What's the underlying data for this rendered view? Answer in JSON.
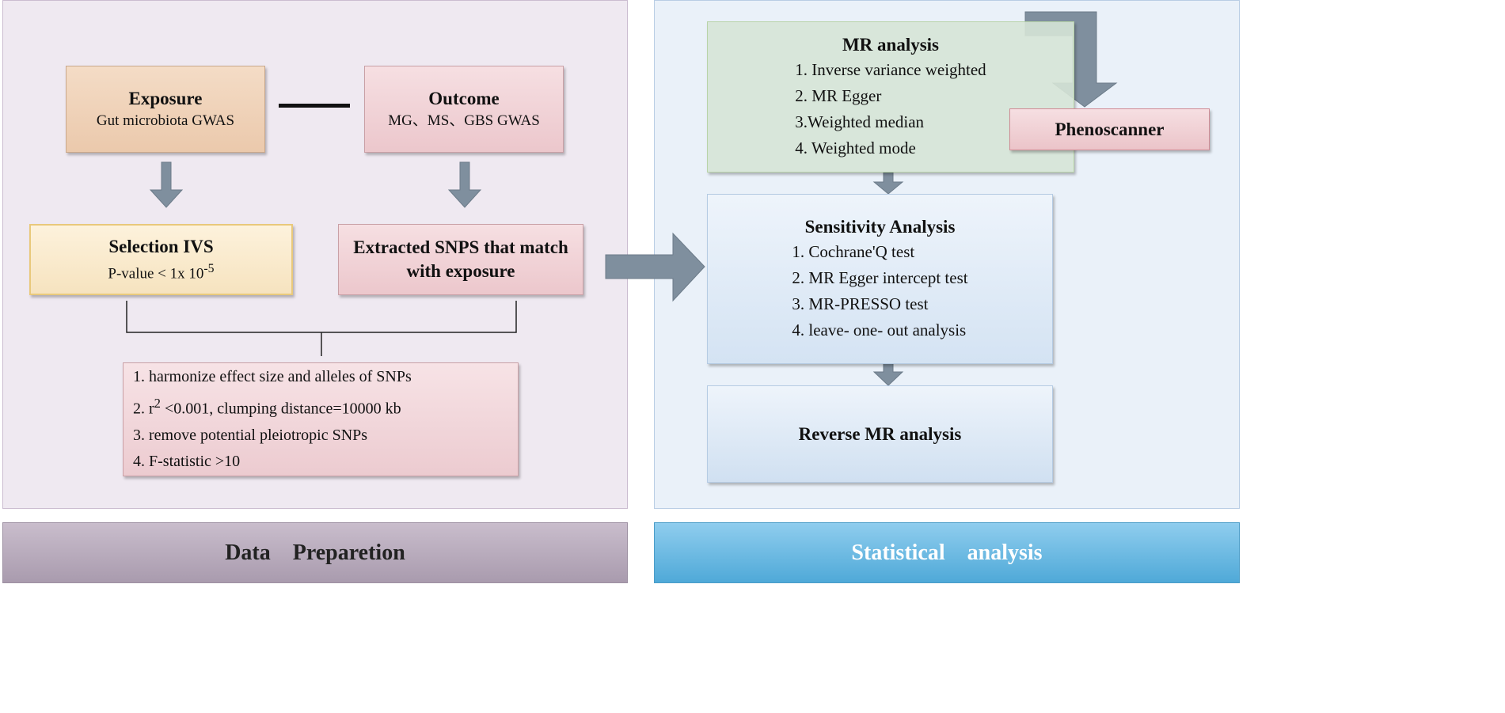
{
  "data_preparation": {
    "label": "Data    Preparetion",
    "exposure": {
      "title": "Exposure",
      "subtitle": "Gut microbiota GWAS"
    },
    "outcome": {
      "title": "Outcome",
      "subtitle": "MG、MS、GBS GWAS"
    },
    "selection": {
      "title": "Selection IVS",
      "criterion_prefix": "P-value < 1x 10",
      "criterion_exp": "-5"
    },
    "extracted": {
      "title_line1": "Extracted SNPS that match",
      "title_line2": "with exposure"
    },
    "steps": {
      "s1": "1. harmonize effect size and alleles of SNPs",
      "s2_prefix": "2. r",
      "s2_sup": "2",
      "s2_rest": " <0.001, clumping distance=10000 kb",
      "s3": "3. remove potential pleiotropic SNPs",
      "s4": "4. F-statistic >10"
    }
  },
  "statistical_analysis": {
    "label": "Statistical    analysis",
    "mr": {
      "title": "MR analysis",
      "items": [
        "1. Inverse variance weighted",
        "2. MR Egger",
        "3.Weighted median",
        "4. Weighted mode"
      ]
    },
    "phenoscanner": "Phenoscanner",
    "sensitivity": {
      "title": "Sensitivity Analysis",
      "items": [
        "1. Cochrane'Q test",
        "2. MR Egger intercept test",
        "3. MR-PRESSO test",
        "4. leave- one- out analysis"
      ]
    },
    "reverse": "Reverse MR analysis"
  },
  "colors": {
    "arrow": "#7f8f9e",
    "left_panel": "#efe9f1",
    "right_panel": "#eaf1f9",
    "left_bar": "#b5a8ba",
    "right_bar": "#5fb3de"
  }
}
